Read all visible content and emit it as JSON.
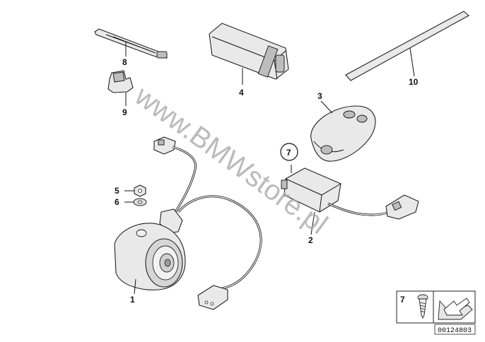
{
  "diagram": {
    "callouts": {
      "p1": "1",
      "p2": "2",
      "p3": "3",
      "p4": "4",
      "p5": "5",
      "p6": "6",
      "p7": "7",
      "p8": "8",
      "p9": "9",
      "p10": "10"
    },
    "circle_callout": "7",
    "legend_box": {
      "number": "7"
    },
    "doc_number": "00124803",
    "watermark": "www.BMWstore.pl"
  },
  "colors": {
    "line": "#111111",
    "part_fill": "#e9e9e9",
    "watermark": "#a9a9a9"
  },
  "icons": [
    "screw-icon",
    "arrow-icon"
  ]
}
